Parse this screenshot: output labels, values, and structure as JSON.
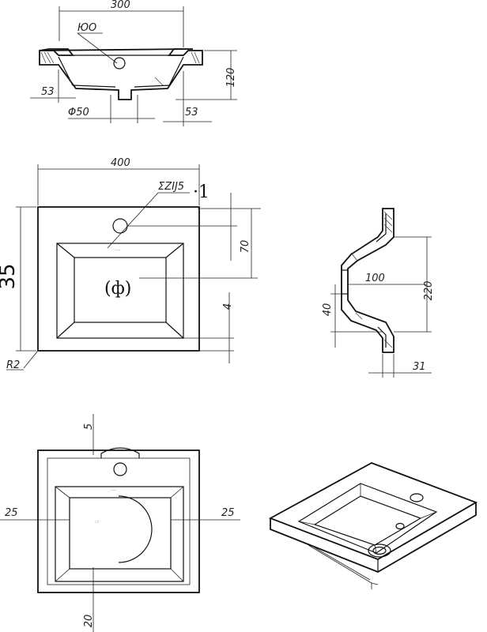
{
  "views": {
    "top_section": {
      "dim_width": "300",
      "dim_hole": "ЮО",
      "dim_left_rim": "53",
      "dim_height": "120",
      "dim_drain": "Φ50",
      "dim_right_rim": "53"
    },
    "plan": {
      "dim_width": "400",
      "dim_hole": "ΣZIJ5",
      "note": "·1",
      "dim_depth": "35",
      "dim_hole_offset": "70",
      "label_center": "(ф)",
      "dim_bottom": "4",
      "dim_radius": "R2"
    },
    "side_section": {
      "dim_drain_depth": "100",
      "dim_height": "220",
      "dim_drain_offset": "40",
      "dim_rim": "31"
    },
    "bottom_plan": {
      "dim_top": "5",
      "dim_left": "25",
      "dim_right": "25",
      "dim_bottom": "20"
    }
  }
}
